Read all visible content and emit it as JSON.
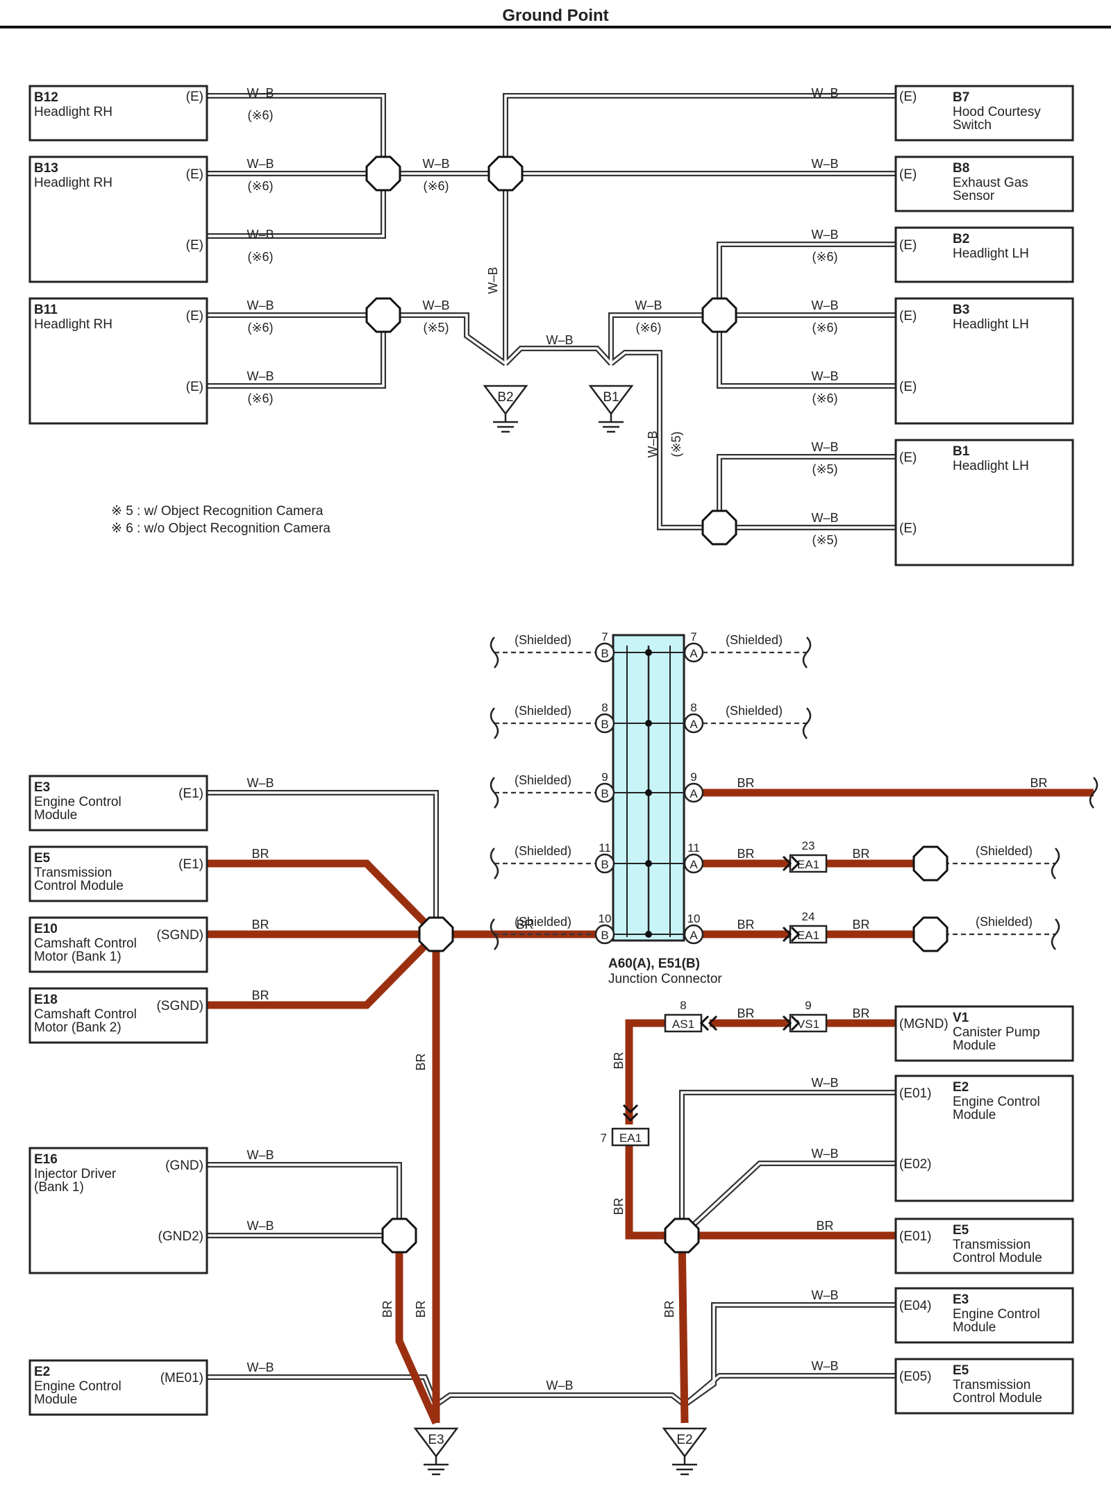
{
  "title": "Ground Point",
  "colors": {
    "br": "#9a2f10",
    "wb_outer": "#333333",
    "wb_inner": "#ffffff",
    "shield": "#333333",
    "junction_fill": "#c8f4f8"
  },
  "notes": [
    "※ 5 : w/ Object Recognition Camera",
    "※ 6 : w/o Object Recognition Camera"
  ],
  "components": {
    "b12": {
      "code": "B12",
      "name": [
        "Headlight RH"
      ],
      "pins": [
        "(E)"
      ]
    },
    "b13": {
      "code": "B13",
      "name": [
        "Headlight RH"
      ],
      "pins": [
        "(E)",
        "(E)"
      ]
    },
    "b11": {
      "code": "B11",
      "name": [
        "Headlight RH"
      ],
      "pins": [
        "(E)",
        "(E)"
      ]
    },
    "b7": {
      "code": "B7",
      "name": [
        "Hood Courtesy",
        "Switch"
      ],
      "pins": [
        "(E)"
      ]
    },
    "b8": {
      "code": "B8",
      "name": [
        "Exhaust Gas",
        "Sensor"
      ],
      "pins": [
        "(E)"
      ]
    },
    "b2": {
      "code": "B2",
      "name": [
        "Headlight LH"
      ],
      "pins": [
        "(E)"
      ]
    },
    "b3": {
      "code": "B3",
      "name": [
        "Headlight LH"
      ],
      "pins": [
        "(E)",
        "(E)"
      ]
    },
    "b1": {
      "code": "B1",
      "name": [
        "Headlight LH"
      ],
      "pins": [
        "(E)",
        "(E)"
      ]
    },
    "e3a": {
      "code": "E3",
      "name": [
        "Engine Control",
        "Module"
      ],
      "pins": [
        "(E1)"
      ]
    },
    "e5a": {
      "code": "E5",
      "name": [
        "Transmission",
        "Control Module"
      ],
      "pins": [
        "(E1)"
      ]
    },
    "e10": {
      "code": "E10",
      "name": [
        "Camshaft Control",
        "Motor (Bank 1)"
      ],
      "pins": [
        "(SGND)"
      ]
    },
    "e18": {
      "code": "E18",
      "name": [
        "Camshaft Control",
        "Motor (Bank 2)"
      ],
      "pins": [
        "(SGND)"
      ]
    },
    "e16": {
      "code": "E16",
      "name": [
        "Injector Driver",
        "(Bank 1)"
      ],
      "pins": [
        "(GND)",
        "(GND2)"
      ]
    },
    "e2a": {
      "code": "E2",
      "name": [
        "Engine Control",
        "Module"
      ],
      "pins": [
        "(ME01)"
      ]
    },
    "v1": {
      "code": "V1",
      "name": [
        "Canister Pump",
        "Module"
      ],
      "pins": [
        "(MGND)"
      ]
    },
    "e2b": {
      "code": "E2",
      "name": [
        "Engine Control",
        "Module"
      ],
      "pins": [
        "(E01)",
        "(E02)"
      ]
    },
    "e5b": {
      "code": "E5",
      "name": [
        "Transmission",
        "Control Module"
      ],
      "pins": [
        "(E01)"
      ]
    },
    "e3b": {
      "code": "E3",
      "name": [
        "Engine Control",
        "Module"
      ],
      "pins": [
        "(E04)"
      ]
    },
    "e5c": {
      "code": "E5",
      "name": [
        "Transmission",
        "Control Module"
      ],
      "pins": [
        "(E05)"
      ]
    }
  },
  "grounds": {
    "b2": "B2",
    "b1": "B1",
    "e3": "E3",
    "e2": "E2"
  },
  "wire_colors": {
    "wb": "W–B",
    "br": "BR"
  },
  "wire_notes": {
    "n5": "(※5)",
    "n6": "(※6)"
  },
  "shielded": "(Shielded)",
  "junction": {
    "label": "A60(A), E51(B)",
    "name": "Junction Connector",
    "pins_b": [
      "7",
      "8",
      "9",
      "11",
      "10"
    ],
    "pins_a": [
      "7",
      "8",
      "9",
      "11",
      "10"
    ],
    "pin_letter_b": "B",
    "pin_letter_a": "A"
  },
  "connectors": {
    "ea1_23": {
      "label": "EA1",
      "pin": "23"
    },
    "ea1_24": {
      "label": "EA1",
      "pin": "24"
    },
    "as1": {
      "label": "AS1",
      "pin": "8"
    },
    "vs1": {
      "label": "VS1",
      "pin": "9"
    },
    "ea1_7": {
      "label": "EA1",
      "pin": "7"
    }
  }
}
